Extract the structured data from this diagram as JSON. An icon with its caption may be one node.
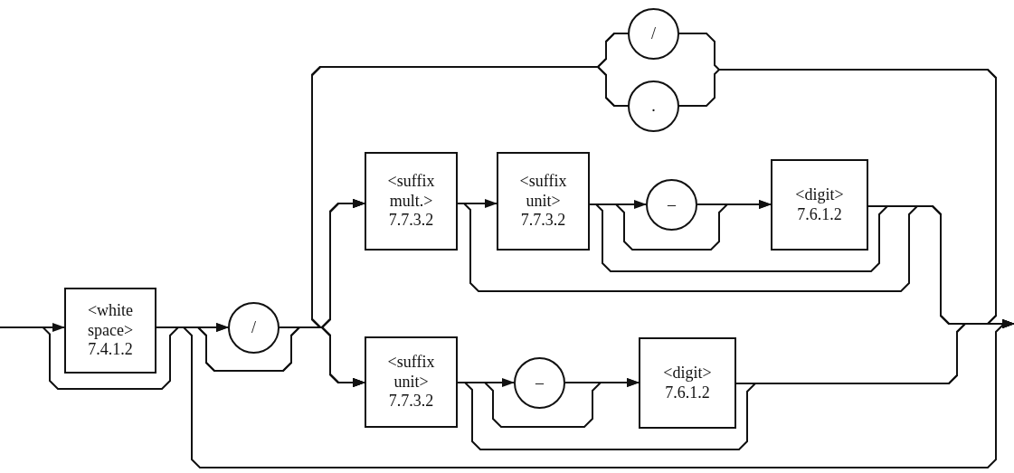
{
  "diagram": {
    "nodes": [
      {
        "text": [
          "<white space>",
          "7.4.1.2"
        ]
      },
      {
        "text": [
          "/"
        ]
      },
      {
        "text": [
          "<suffix mult.>",
          "7.7.3.2"
        ]
      },
      {
        "text": [
          "<suffix unit>",
          "7.7.3.2"
        ]
      },
      {
        "text": [
          "–"
        ]
      },
      {
        "text": [
          "<digit>",
          "7.6.1.2"
        ]
      },
      {
        "text": [
          "/"
        ]
      },
      {
        "text": [
          "."
        ]
      },
      {
        "text": [
          "<suffix unit>",
          "7.7.3.2"
        ]
      },
      {
        "text": [
          "–"
        ]
      },
      {
        "text": [
          "<digit>",
          "7.6.1.2"
        ]
      }
    ],
    "edges": [
      {
        "from": null,
        "to": 0,
        "arrow": "to"
      },
      {
        "from": null,
        "to": 1,
        "arrow": "to"
      },
      {
        "from": 0,
        "to": 1,
        "arrow": "to"
      },
      {
        "from": 0,
        "to": 2,
        "arrow": "to"
      },
      {
        "from": 1,
        "to": 2,
        "arrow": "to"
      },
      {
        "from": 1,
        "to": 8,
        "arrow": "to"
      },
      {
        "from": 0,
        "to": 8,
        "arrow": "to"
      },
      {
        "from": 2,
        "to": 3,
        "arrow": "to"
      },
      {
        "from": 3,
        "to": 4,
        "arrow": "to"
      },
      {
        "from": 4,
        "to": 5,
        "arrow": "to"
      },
      {
        "from": 3,
        "to": 5,
        "arrow": "to"
      },
      {
        "from": 3,
        "to": null,
        "arrow": "to"
      },
      {
        "from": 2,
        "to": null,
        "arrow": "to"
      },
      {
        "from": 5,
        "to": null,
        "arrow": "to"
      },
      {
        "from": 8,
        "to": 9,
        "arrow": "to"
      },
      {
        "from": 9,
        "to": 10,
        "arrow": "to"
      },
      {
        "from": 8,
        "to": 10,
        "arrow": "to"
      },
      {
        "from": 8,
        "to": null,
        "arrow": "to"
      },
      {
        "from": 10,
        "to": null,
        "arrow": "to"
      },
      {
        "from": 0,
        "to": null,
        "arrow": "to"
      },
      {
        "from": null,
        "to": 6,
        "arrow": "to"
      },
      {
        "from": null,
        "to": 7,
        "arrow": "to"
      },
      {
        "from": 6,
        "to": 2,
        "arrow": "to"
      },
      {
        "from": 7,
        "to": 2,
        "arrow": "to"
      },
      {
        "from": 6,
        "to": 8,
        "arrow": "to"
      },
      {
        "from": 7,
        "to": 8,
        "arrow": "to"
      }
    ]
  }
}
